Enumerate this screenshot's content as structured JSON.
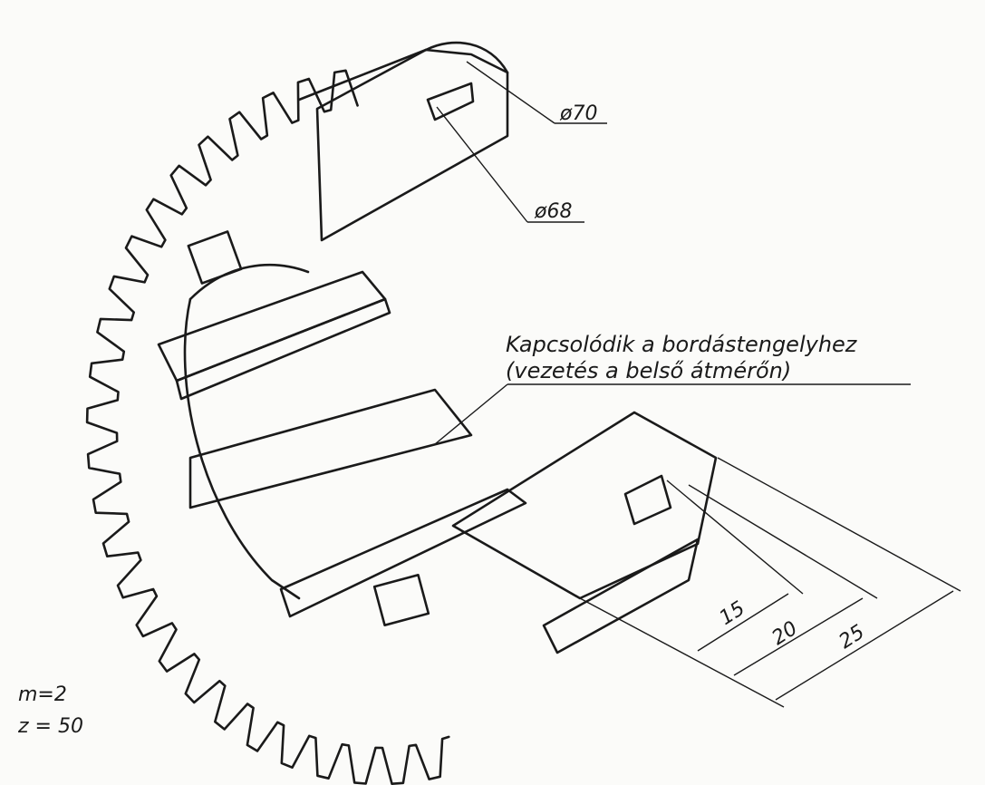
{
  "drawing": {
    "callouts": {
      "outer_diameter": "ø70",
      "inner_diameter": "ø68"
    },
    "note": {
      "line1": "Kapcsolódik a bordástengelyhez",
      "line2": "(vezetés a belső átmérőn)"
    },
    "dimensions": [
      "15",
      "20",
      "25"
    ],
    "parameters": {
      "module": "m=2",
      "teeth": "z = 50"
    }
  },
  "colors": {
    "ink": "#1a1a1a",
    "paper": "#fbfbf9"
  }
}
